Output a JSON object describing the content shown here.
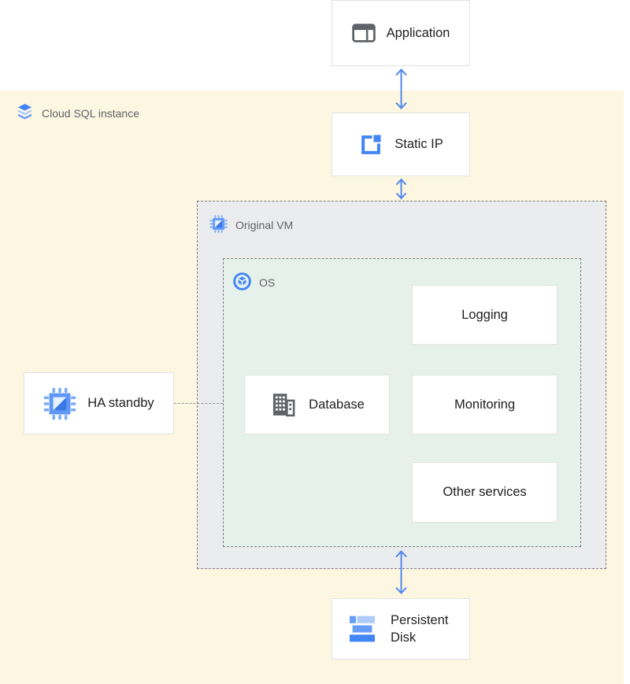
{
  "diagram": {
    "outer_container": {
      "label": "Cloud SQL instance",
      "icon": "cloud-sql-icon"
    },
    "vm_container": {
      "label": "Original VM",
      "icon": "compute-chip-icon"
    },
    "os_container": {
      "label": "OS",
      "icon": "os-globe-icon"
    },
    "nodes": {
      "application": {
        "label": "Application",
        "icon": "application-window-icon"
      },
      "static_ip": {
        "label": "Static IP",
        "icon": "static-ip-icon"
      },
      "ha_standby": {
        "label": "HA standby",
        "icon": "compute-chip-icon"
      },
      "database": {
        "label": "Database",
        "icon": "building-icon"
      },
      "logging": {
        "label": "Logging"
      },
      "monitoring": {
        "label": "Monitoring"
      },
      "other_services": {
        "label": "Other services"
      },
      "persistent_disk": {
        "label": "Persistent Disk",
        "icon": "persistent-disk-icon"
      }
    },
    "connections": [
      "Application <-> Static IP",
      "Static IP <-> Original VM",
      "Original VM <-> Persistent Disk",
      "HA standby -- OS (dotted)"
    ],
    "colors": {
      "outer_bg": "#fdf7e2",
      "vm_bg": "#ebecee",
      "os_bg": "#e5f1ea",
      "arrow_blue": "#4f87ee",
      "icon_blue": "#4285f4",
      "icon_blue_light": "#aecbfa",
      "icon_blue_mid": "#669df6",
      "icon_gray": "#5f6368",
      "label_gray": "#5f6368",
      "text_dark": "#212121",
      "box_border": "#e2e2e2",
      "dash_border": "#7d7d7d"
    }
  }
}
